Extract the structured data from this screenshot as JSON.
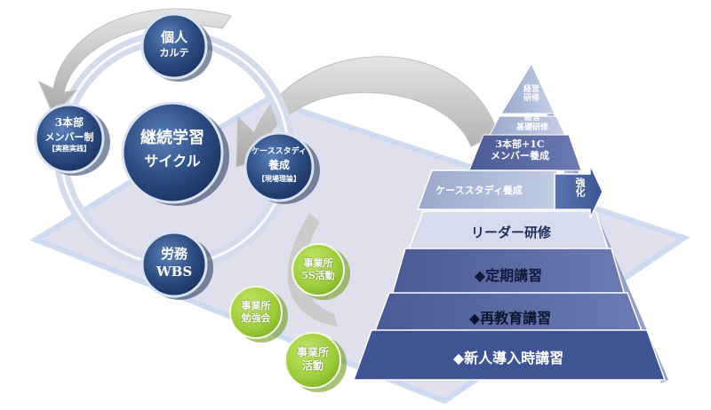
{
  "cycle": {
    "center": {
      "line1": "継続学習",
      "line2": "サイクル"
    },
    "nodes": {
      "kojin": {
        "line1": "個人",
        "line2": "カルテ"
      },
      "sanbonbu": {
        "line1": "3本部",
        "line2": "メンバー制",
        "line3": "【実務実践】"
      },
      "casestudy": {
        "line1": "ケーススタディ",
        "line2": "養成",
        "line3": "【現場理論】"
      },
      "roumu": {
        "line1": "労務",
        "line2": "WBS"
      }
    }
  },
  "jigyousho": [
    {
      "line1": "事業所",
      "line2": "5S活動"
    },
    {
      "line1": "事業所",
      "line2": "勉強会"
    },
    {
      "line1": "事業所",
      "line2": "活動"
    }
  ],
  "pyramid": {
    "levels": [
      {
        "line1": "経営",
        "line2": "研修"
      },
      {
        "line1": "経営",
        "line2": "基礎研修"
      },
      {
        "line1": "3本部+1C",
        "line2": "メンバー養成"
      },
      {
        "line1": "ケーススタディ養成"
      },
      {
        "line1": "リーダー研修"
      },
      {
        "line1": "◆定期講習"
      },
      {
        "line1": "◆再教育講習"
      },
      {
        "line1": "◆新人導入時講習"
      }
    ],
    "arrow_label": "強化"
  },
  "colors": {
    "navy": "#2c4a7a",
    "circle_gradient_top": "#4e73ad",
    "circle_gradient_bottom": "#1f3a68",
    "green": "#9ccc3a",
    "platform": "#d3d3e3"
  }
}
